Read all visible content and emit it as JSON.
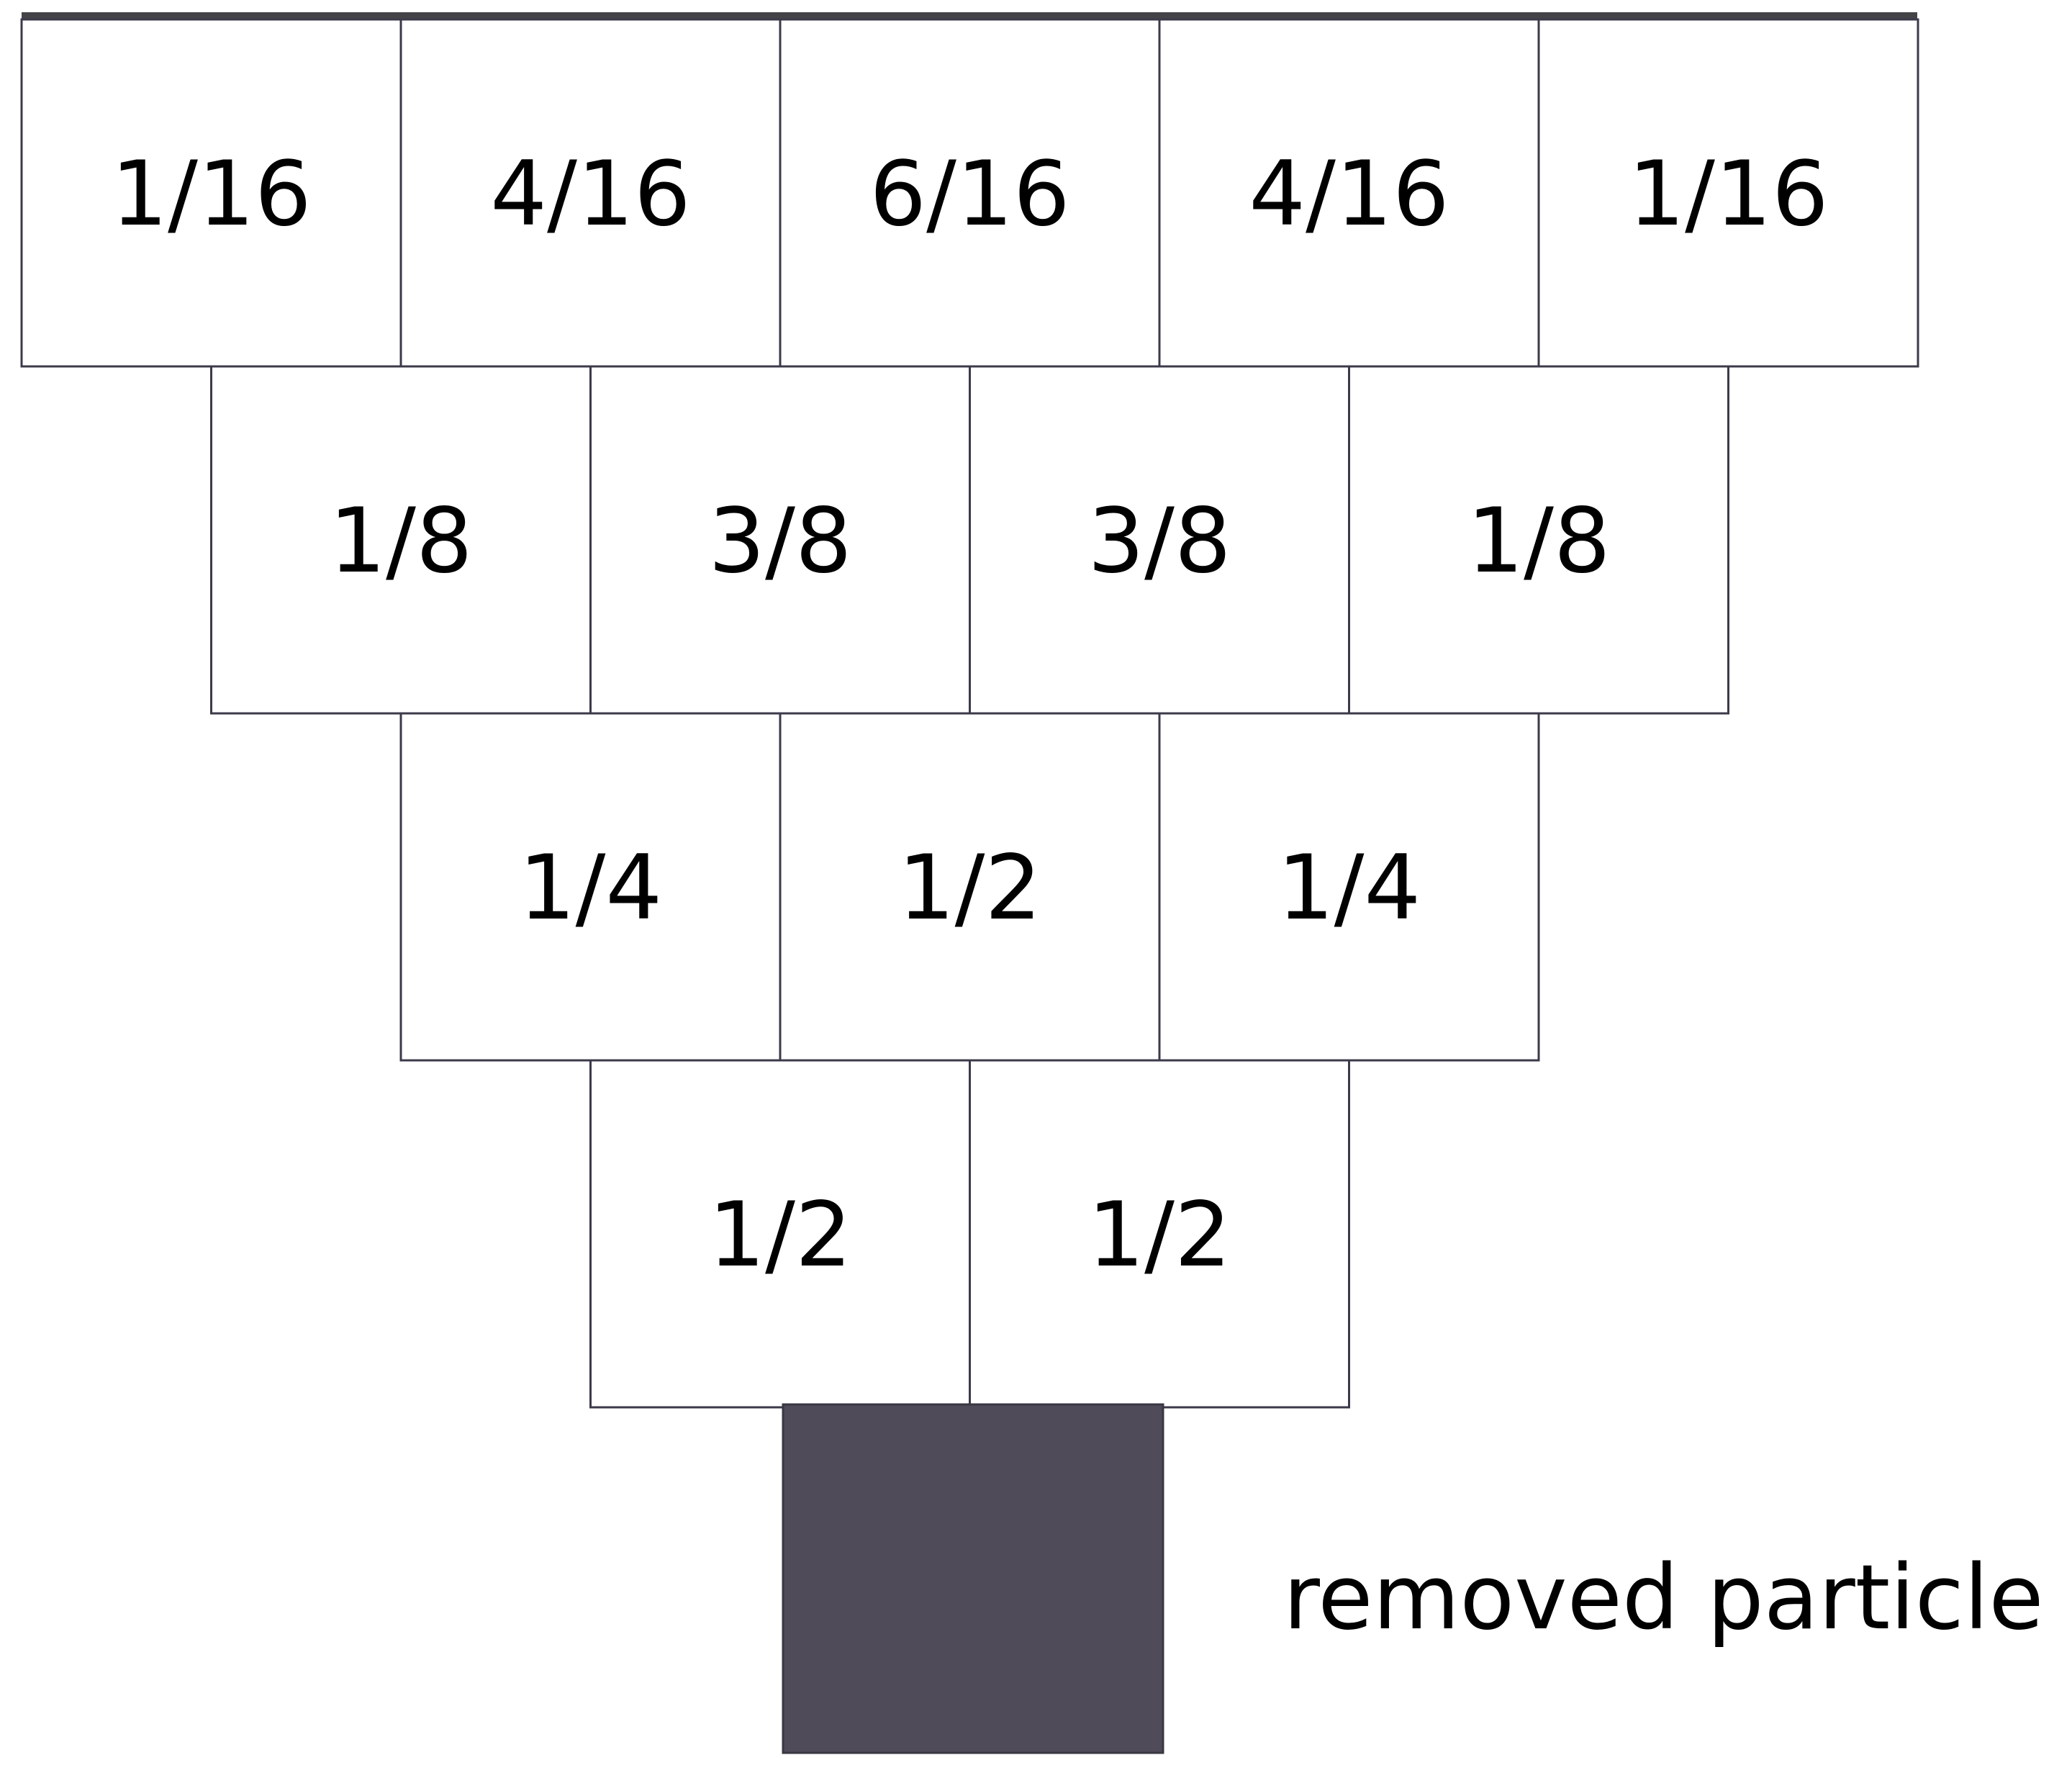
{
  "diagram": {
    "rows": [
      {
        "cells": [
          "1/16",
          "4/16",
          "6/16",
          "4/16",
          "1/16"
        ]
      },
      {
        "cells": [
          "1/8",
          "3/8",
          "3/8",
          "1/8"
        ]
      },
      {
        "cells": [
          "1/4",
          "1/2",
          "1/4"
        ]
      },
      {
        "cells": [
          "1/2",
          "1/2"
        ]
      }
    ],
    "removed_particle": {
      "label": "removed particle"
    },
    "colors": {
      "cell_border": "#3c3a4a",
      "cell_fill": "#ffffff",
      "particle_fill": "#4f4b59",
      "text": "#000000"
    }
  }
}
